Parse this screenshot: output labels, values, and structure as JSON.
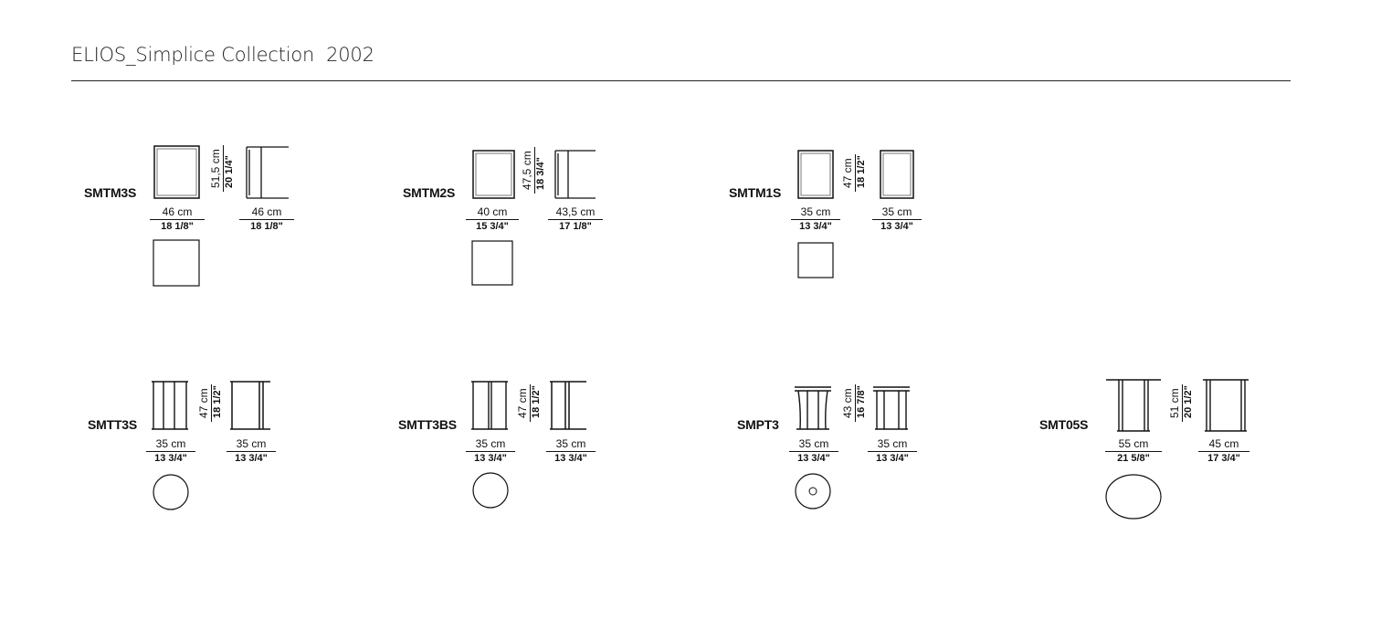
{
  "header": {
    "title": "ELIOS_Simplice Collection  2002"
  },
  "items": [
    {
      "code": "SMTM3S",
      "height_cm": "51,5 cm",
      "height_in": "20 1/4\"",
      "width_cm": "46 cm",
      "width_in": "18 1/8\"",
      "depth_cm": "46 cm",
      "depth_in": "18 1/8\""
    },
    {
      "code": "SMTM2S",
      "height_cm": "47,5 cm",
      "height_in": "18 3/4\"",
      "width_cm": "40 cm",
      "width_in": "15 3/4\"",
      "depth_cm": "43,5 cm",
      "depth_in": "17 1/8\""
    },
    {
      "code": "SMTM1S",
      "height_cm": "47 cm",
      "height_in": "18 1/2\"",
      "width_cm": "35 cm",
      "width_in": "13 3/4\"",
      "depth_cm": "35 cm",
      "depth_in": "13 3/4\""
    },
    {
      "code": "SMTT3S",
      "height_cm": "47 cm",
      "height_in": "18 1/2\"",
      "width_cm": "35 cm",
      "width_in": "13 3/4\"",
      "depth_cm": "35 cm",
      "depth_in": "13 3/4\""
    },
    {
      "code": "SMTT3BS",
      "height_cm": "47 cm",
      "height_in": "18 1/2\"",
      "width_cm": "35 cm",
      "width_in": "13 3/4\"",
      "depth_cm": "35 cm",
      "depth_in": "13 3/4\""
    },
    {
      "code": "SMPT3",
      "height_cm": "43 cm",
      "height_in": "16 7/8\"",
      "width_cm": "35 cm",
      "width_in": "13 3/4\"",
      "depth_cm": "35 cm",
      "depth_in": "13 3/4\""
    },
    {
      "code": "SMT05S",
      "height_cm": "51 cm",
      "height_in": "20 1/2\"",
      "width_cm": "55 cm",
      "width_in": "21 5/8\"",
      "depth_cm": "45 cm",
      "depth_in": "17 3/4\""
    }
  ]
}
